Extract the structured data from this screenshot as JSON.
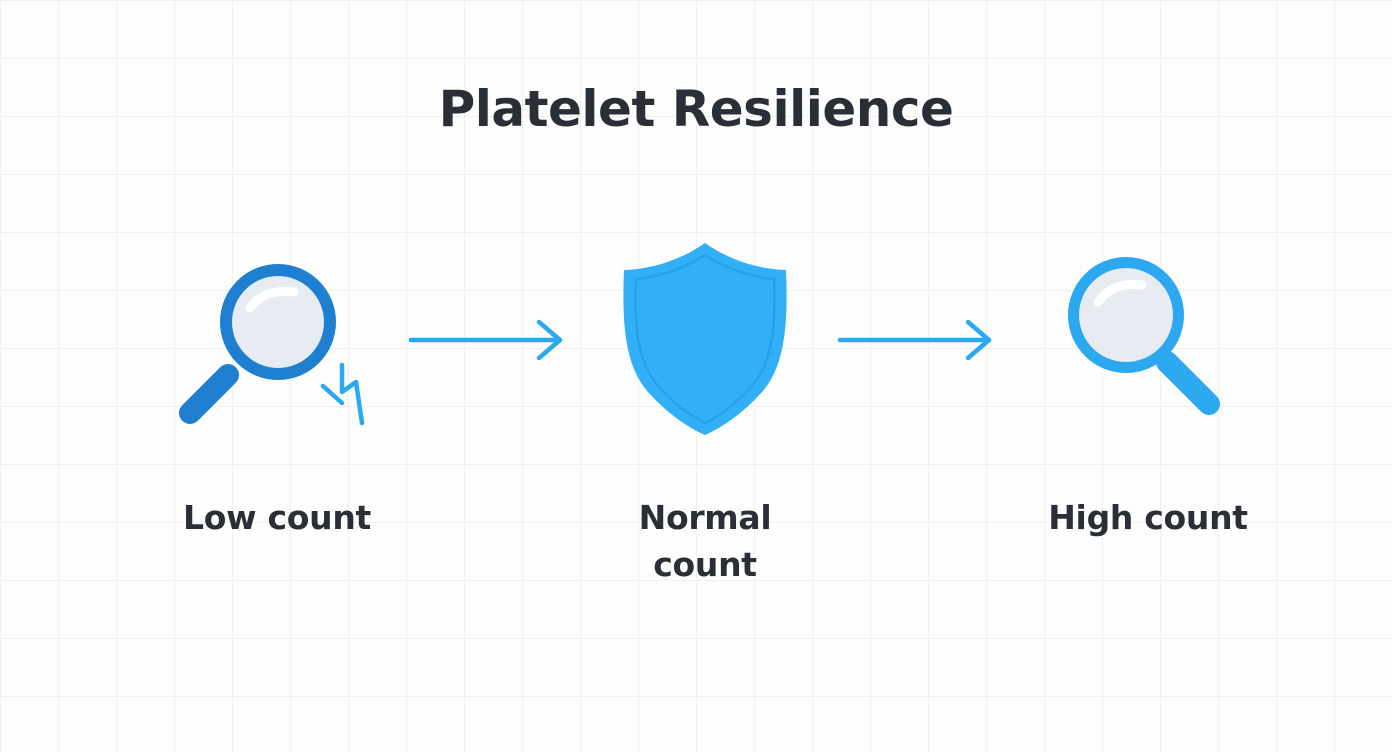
{
  "title": "Platelet Resilience",
  "steps": [
    {
      "label": "Low count",
      "icon": "magnifier-down-arrow-icon"
    },
    {
      "label_lines": [
        "Normal",
        "count"
      ],
      "icon": "shield-icon"
    },
    {
      "label": "High count",
      "icon": "magnifier-icon"
    }
  ],
  "connectors": [
    "arrow-right-icon",
    "arrow-right-icon"
  ],
  "colors": {
    "accent_dark": "#1e7fd1",
    "accent": "#2ba8f0",
    "shield": "#31aff7",
    "lens_fill": "#e6ecf1",
    "text": "#2a2f37",
    "grid": "#f0f0f0"
  }
}
